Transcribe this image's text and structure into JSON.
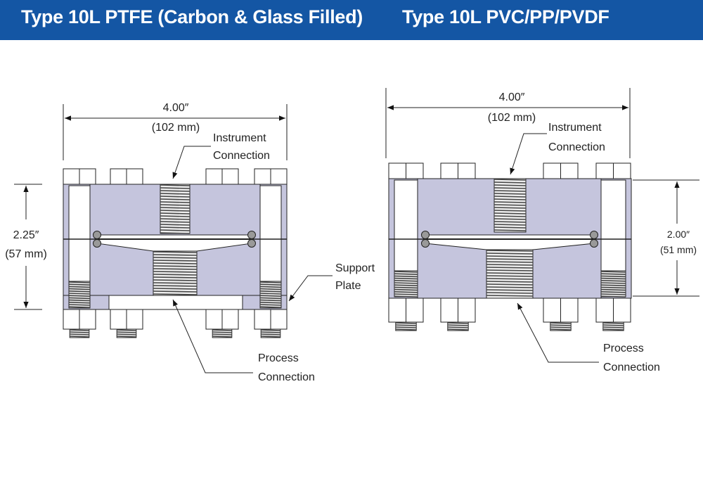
{
  "header": {
    "left_title": "Type 10L PTFE (Carbon & Glass Filled)",
    "right_title": "Type 10L PVC/PP/PVDF"
  },
  "left_diagram": {
    "width_in": "4.00″",
    "width_mm": "(102 mm)",
    "height_in": "2.25″",
    "height_mm": "(57 mm)",
    "instrument_label": [
      "Instrument",
      "Connection"
    ],
    "support_label": [
      "Support",
      "Plate"
    ],
    "process_label": [
      "Process",
      "Connection"
    ]
  },
  "right_diagram": {
    "width_in": "4.00″",
    "width_mm": "(102 mm)",
    "height_in": "2.00″",
    "height_mm": "(51 mm)",
    "instrument_label": [
      "Instrument",
      "Connection"
    ],
    "process_label": [
      "Process",
      "Connection"
    ]
  },
  "colors": {
    "header": "#1456a4",
    "body": "#c5c5dd",
    "line": "#222222"
  }
}
